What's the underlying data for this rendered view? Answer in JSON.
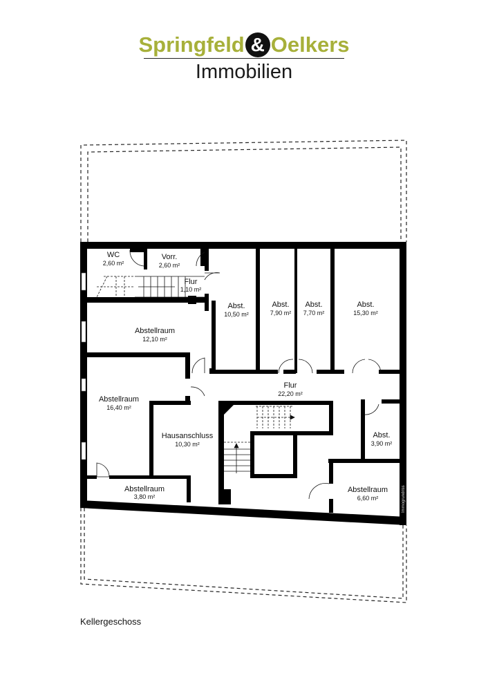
{
  "logo": {
    "brand_left": "Springfeld",
    "ampersand": "&",
    "brand_right": "Oelkers",
    "subtitle": "Immobilien",
    "brand_color": "#a7b03a"
  },
  "floor_name": "Kellergeschoss",
  "watermark": "Immogrundriss",
  "rooms": [
    {
      "name": "WC",
      "area": "2,60 m²"
    },
    {
      "name": "Vorr.",
      "area": "2,60 m²"
    },
    {
      "name": "Flur",
      "area": "1,10 m²"
    },
    {
      "name": "Abst.",
      "area": "10,50 m²"
    },
    {
      "name": "Abst.",
      "area": "7,90 m²"
    },
    {
      "name": "Abst.",
      "area": "7,70 m²"
    },
    {
      "name": "Abst.",
      "area": "15,30 m²"
    },
    {
      "name": "Abstellraum",
      "area": "12,10 m²"
    },
    {
      "name": "Flur",
      "area": "22,20 m²"
    },
    {
      "name": "Abstellraum",
      "area": "16,40 m²"
    },
    {
      "name": "Hausanschluss",
      "area": "10,30 m²"
    },
    {
      "name": "Abst.",
      "area": "3,90 m²"
    },
    {
      "name": "Abstellraum",
      "area": "3,80 m²"
    },
    {
      "name": "Abstellraum",
      "area": "6,60 m²"
    }
  ]
}
